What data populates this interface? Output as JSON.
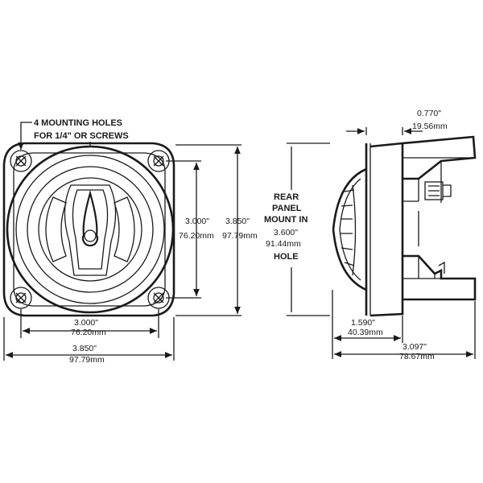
{
  "front_view": {
    "callout": [
      "4 MOUNTING HOLES",
      "FOR 1/4\" OR SCREWS"
    ],
    "dim_inner_vertical": [
      "3.000\"",
      "76.20mm"
    ],
    "dim_outer_vertical": [
      "3.850\"",
      "97.79mm"
    ],
    "dim_inner_horizontal": [
      "3.000\"",
      "76.20mm"
    ],
    "dim_outer_horizontal": [
      "3.850\"",
      "97.79mm"
    ]
  },
  "center_note": [
    "REAR",
    "PANEL",
    "MOUNT IN",
    "3.600\"",
    "91.44mm",
    "HOLE"
  ],
  "side_view": {
    "dim_top": [
      "0.770\"",
      "19.56mm"
    ],
    "dim_depth": [
      "1.590\"",
      "40.39mm"
    ],
    "dim_total": [
      "3.097\"",
      "78.67mm"
    ]
  }
}
